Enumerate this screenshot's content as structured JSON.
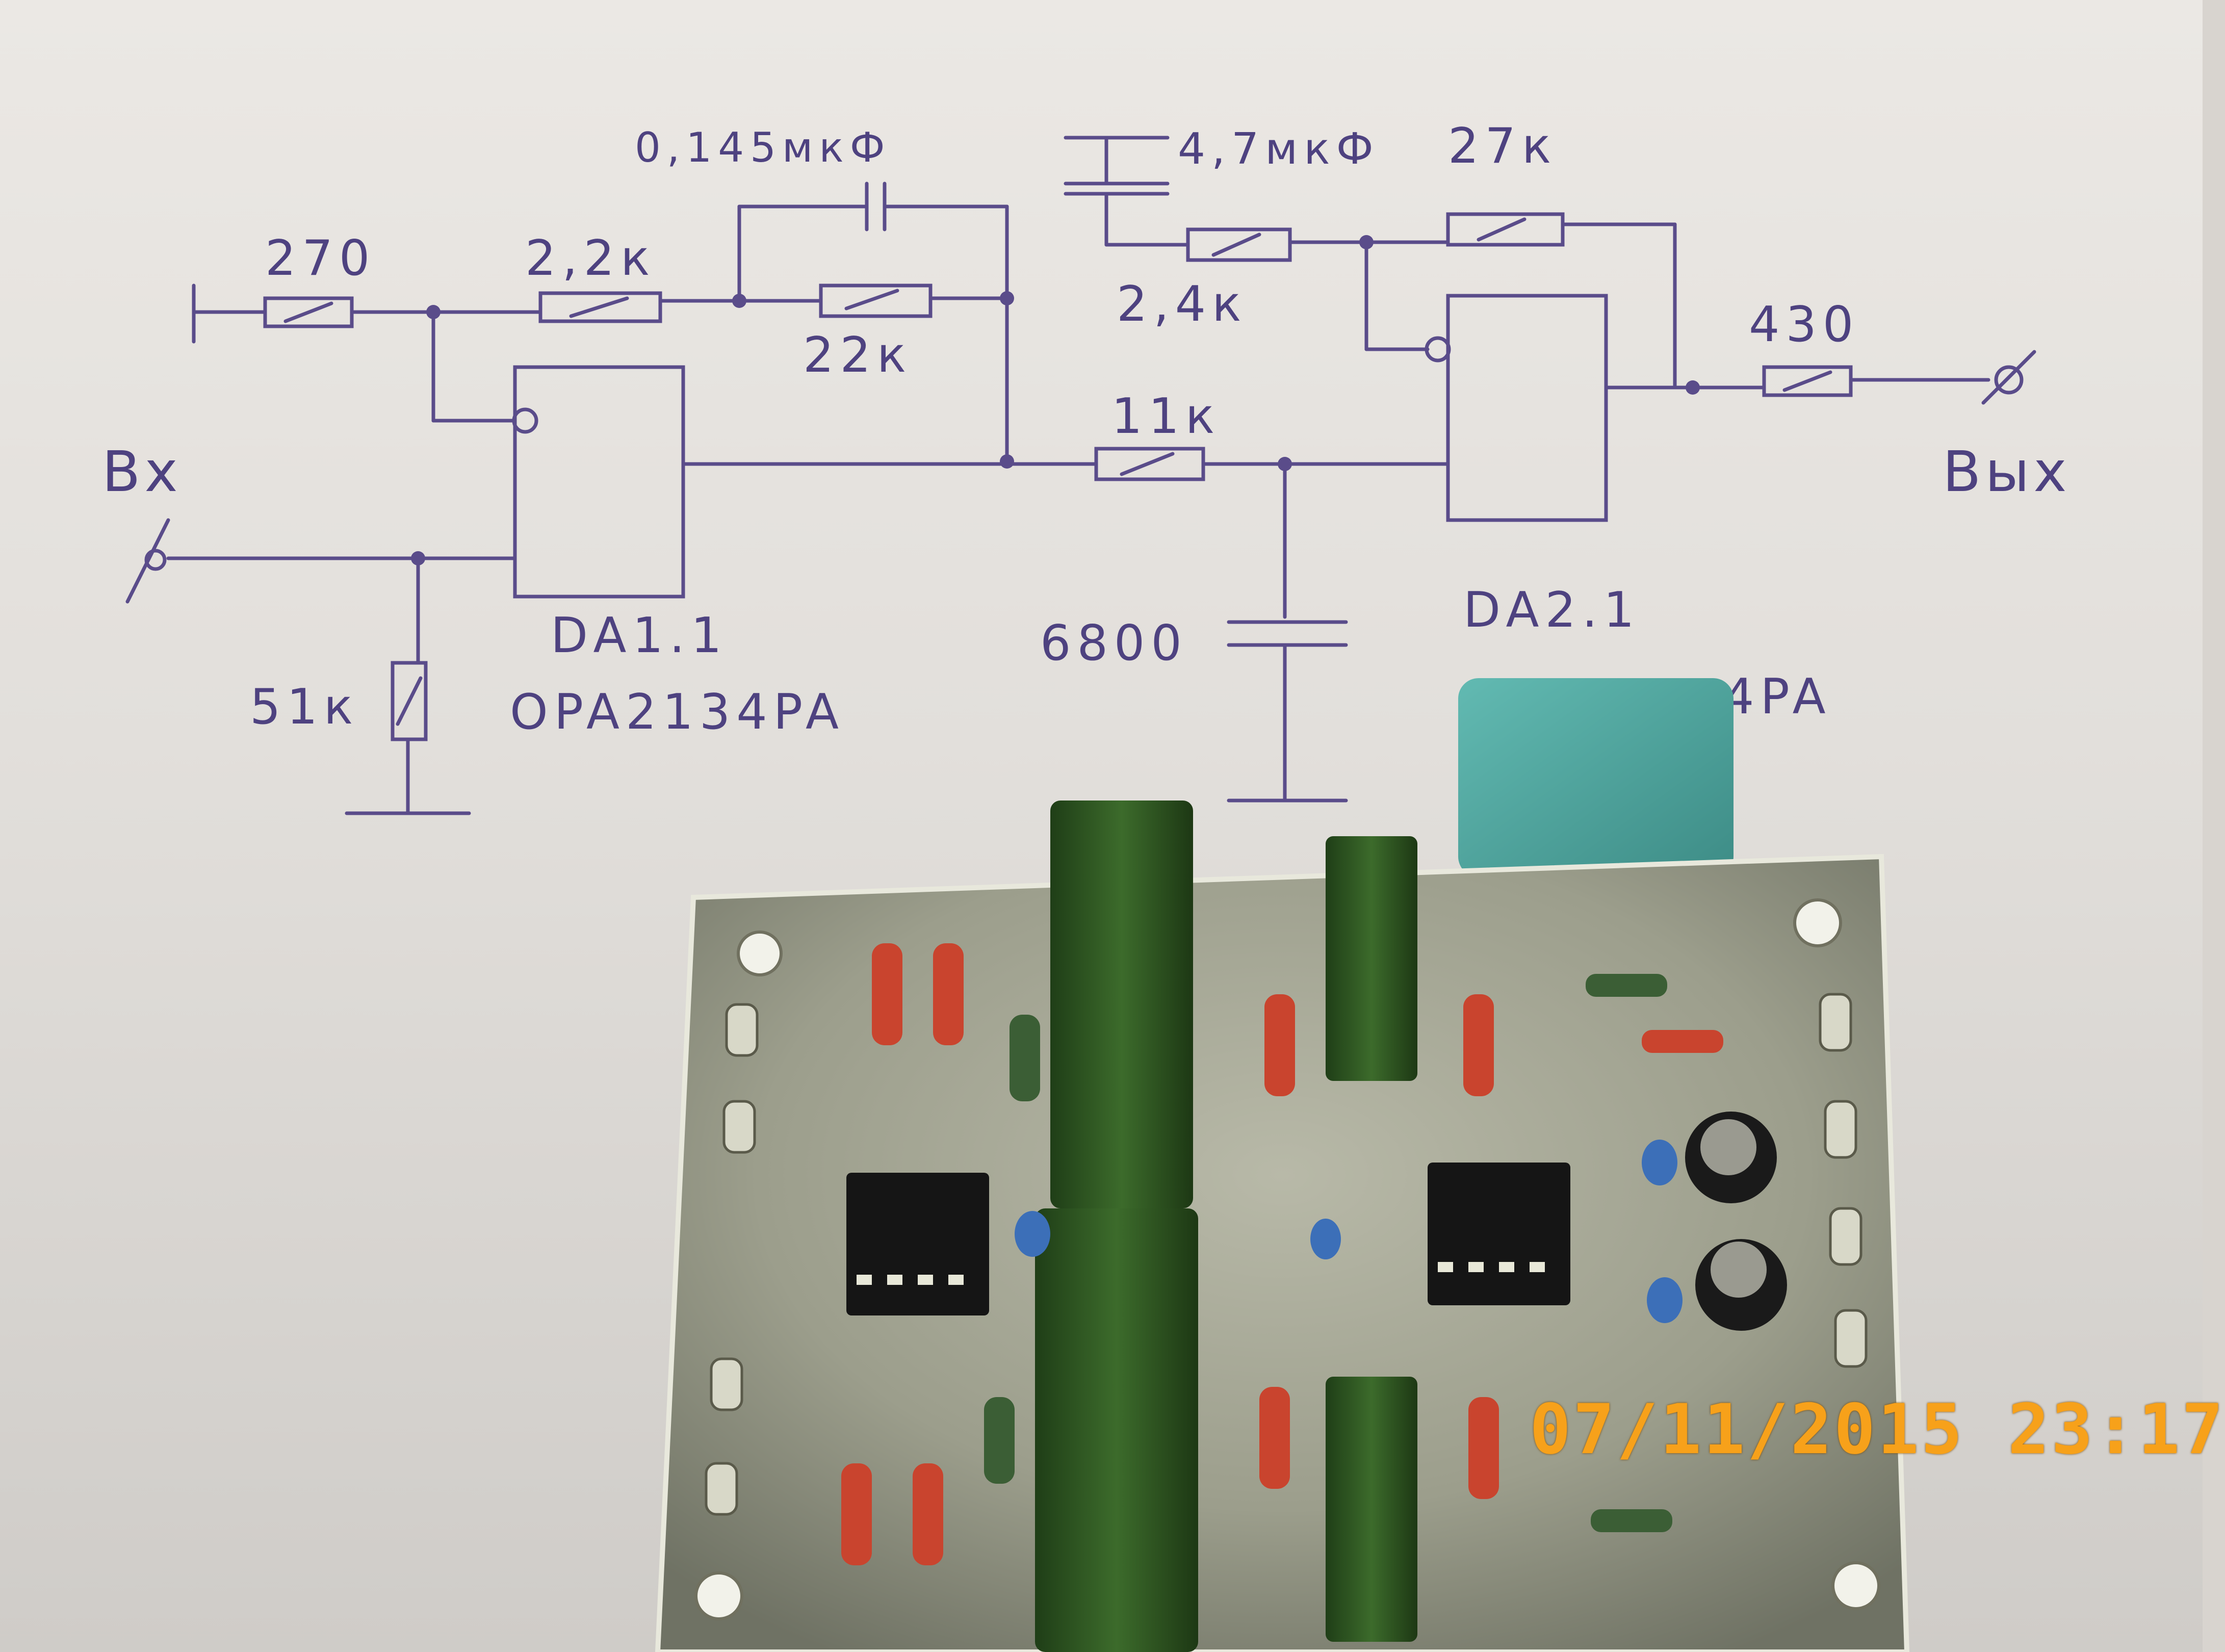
{
  "schematic": {
    "labels": {
      "r_270": "270",
      "r_2_2k": "2,2к",
      "c_0_145": "0,145мкФ",
      "r_22k": "22к",
      "c_4_7": "4,7мкФ",
      "r_27k": "27к",
      "r_2_4k": "2,4к",
      "r_430": "430",
      "r_11k": "11к",
      "input": "Вх",
      "output": "Вых",
      "da1": "DA1.1",
      "da2": "DA2.1",
      "opamp1": "OPA2134PA",
      "opamp2_partial": "4PA",
      "r_51k": "51к",
      "c_6800": "6800"
    }
  },
  "timestamp": "07/11/2015  23:17",
  "colors": {
    "paper": "#e8e5e1",
    "ink": "#5a4c8a",
    "pcb": "#a9ab9a",
    "green_cap": "#2f5a22",
    "teal_cap": "#4fa8a2",
    "stamp": "#f7a11a"
  }
}
